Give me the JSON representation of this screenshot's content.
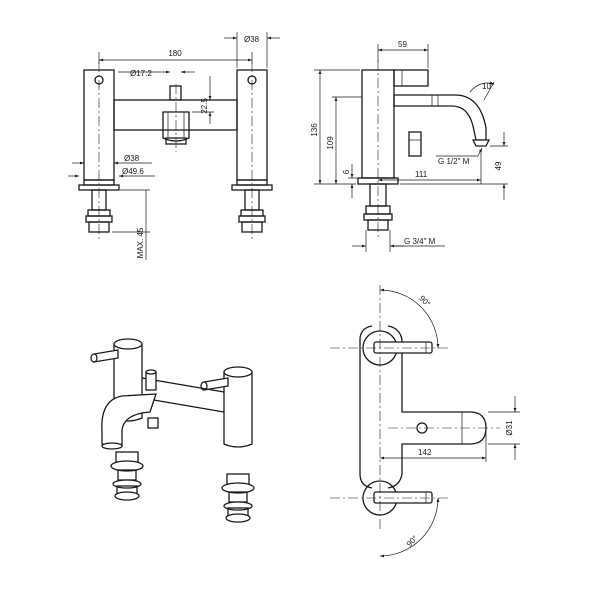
{
  "front_view": {
    "dim_width": "180",
    "dim_spout_dia": "Ø17.2",
    "dim_body_dia": "Ø38",
    "dim_spout_drop": "22.5",
    "dim_tail_dia": "Ø38",
    "dim_tail_outer_dia": "Ø49.6",
    "dim_max_deck": "MAX. 45"
  },
  "side_view": {
    "dim_offset": "59",
    "dim_angle": "10°",
    "dim_total_height": "136",
    "dim_body_height": "109",
    "dim_base": "6",
    "dim_spout_reach": "111",
    "dim_outlet_thread": "G 1/2\" M",
    "dim_outlet_height": "49",
    "dim_inlet_thread": "G 3/4\" M"
  },
  "top_view": {
    "dim_rotation_top": "90°",
    "dim_rotation_bottom": "90°",
    "dim_spout_dia": "Ø31",
    "dim_spout_length": "142"
  }
}
